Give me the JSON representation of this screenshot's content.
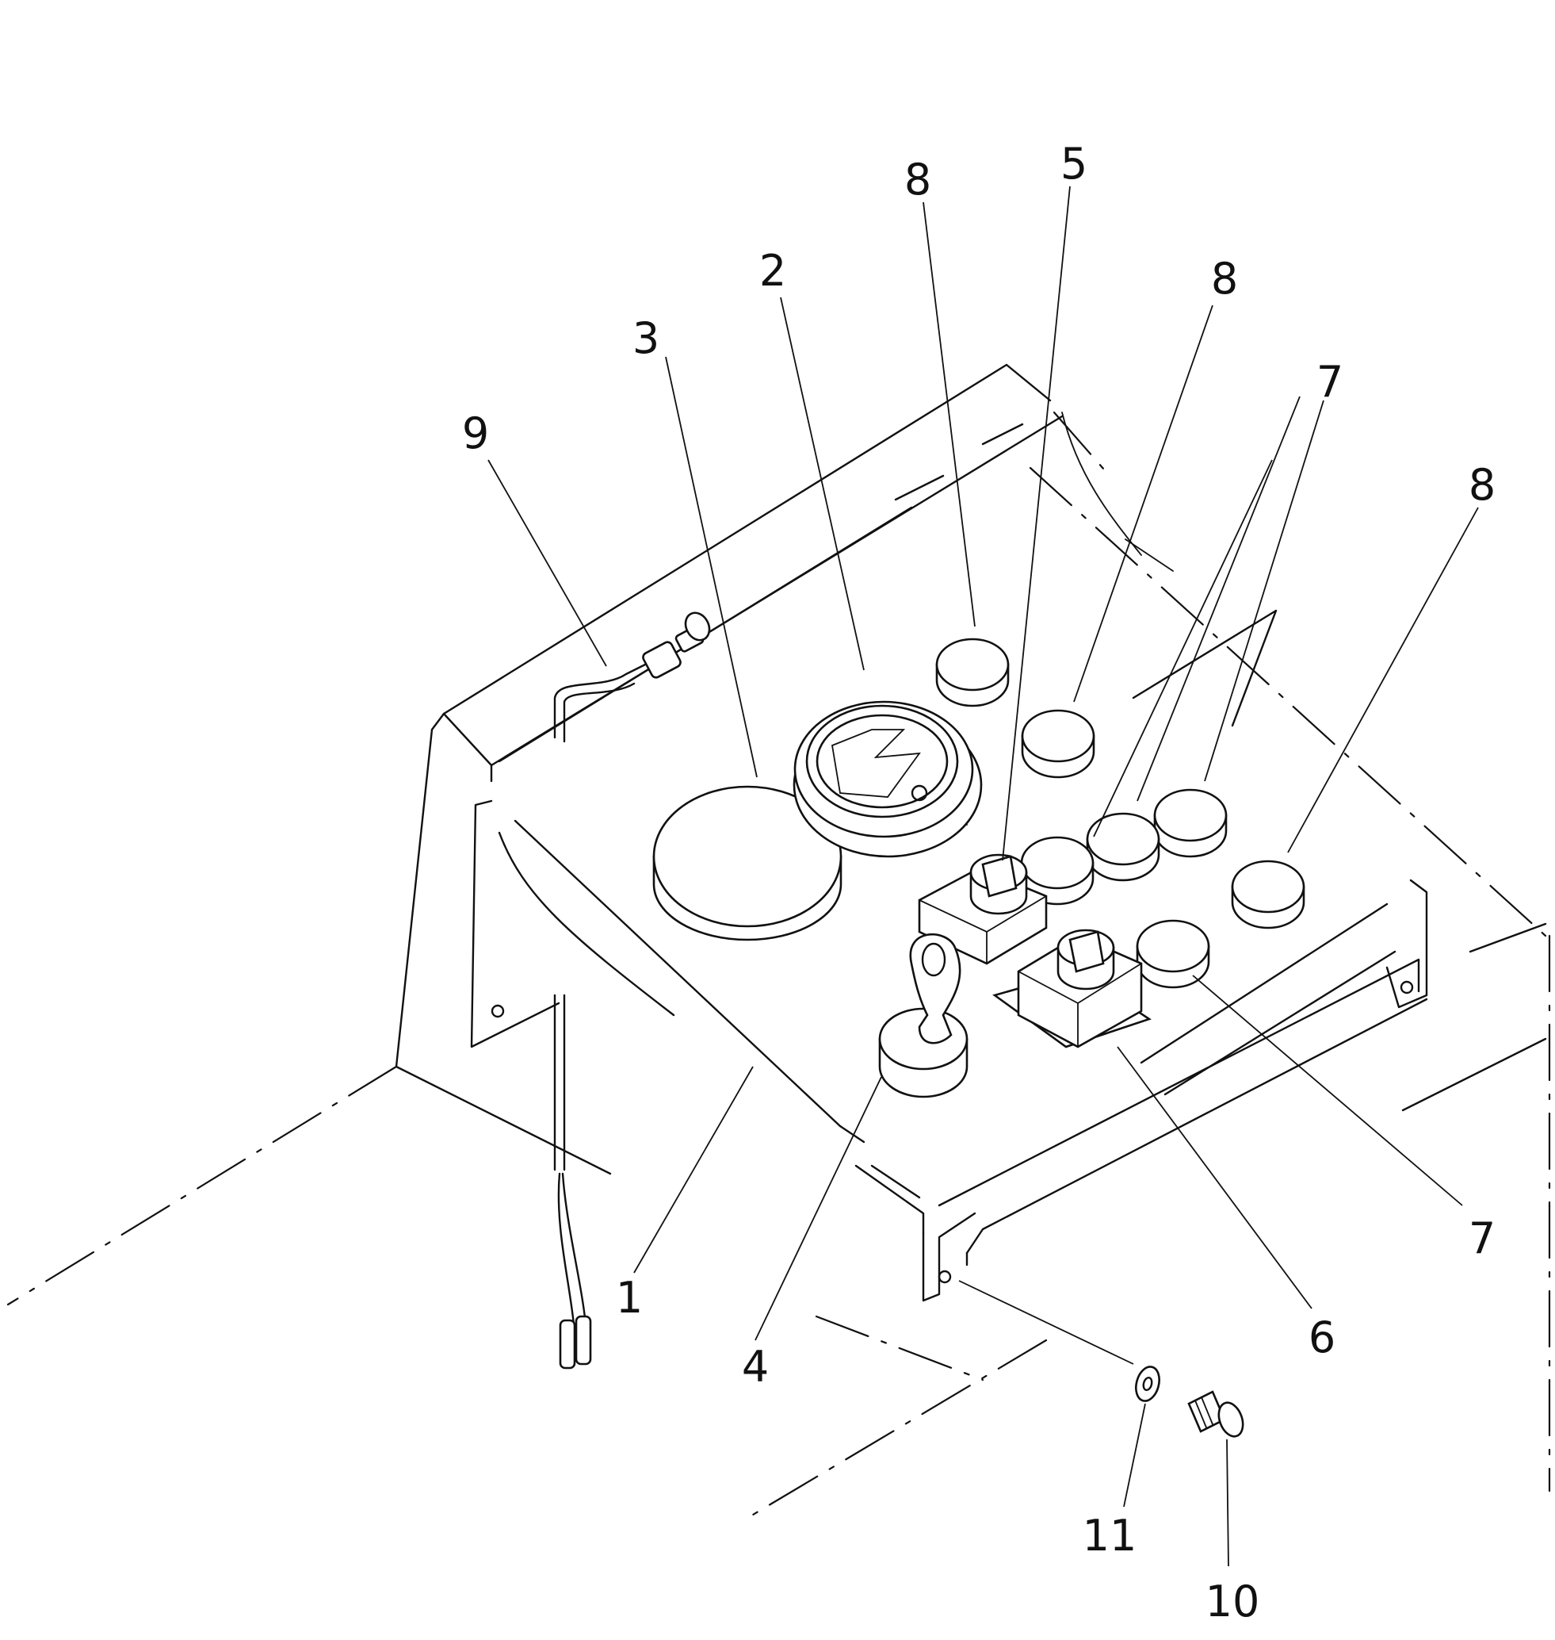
{
  "callouts": [
    "1",
    "2",
    "3",
    "4",
    "5",
    "6",
    "7",
    "7",
    "8",
    "8",
    "8",
    "9",
    "10",
    "11"
  ],
  "colors": {
    "ink": "#111111",
    "paper": "#ffffff"
  }
}
